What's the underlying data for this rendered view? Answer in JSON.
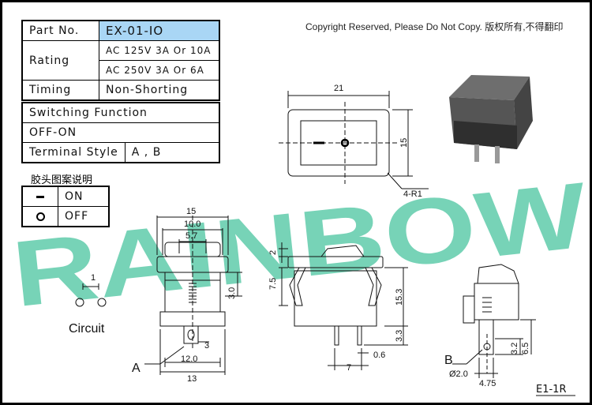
{
  "copyright": "Copyright Reserved, Please Do Not Copy. 版权所有,不得翻印",
  "spec_table": {
    "part_no_label": "Part No.",
    "part_no_value": "EX-01-IO",
    "rating_label": "Rating",
    "rating_values": [
      "AC 125V 3A Or 10A",
      "AC 250V 3A Or 6A"
    ],
    "timing_label": "Timing",
    "timing_value": "Non-Shorting"
  },
  "function_table": {
    "header": "Switching Function",
    "function": "OFF-ON",
    "terminal_label": "Terminal Style",
    "terminal_value": "A , B"
  },
  "legend": {
    "title": "胶头图案说明",
    "rows": [
      {
        "symbol": "dash-icon",
        "state": "ON"
      },
      {
        "symbol": "ring-icon",
        "state": "OFF"
      }
    ]
  },
  "watermark": "RAINBOW",
  "circuit": {
    "label": "Circuit",
    "pin_number": "1"
  },
  "dimensions": {
    "top_width": "21",
    "top_height": "15",
    "corner_radius": "4-R1",
    "front_w15": "15",
    "front_w10": "10.0",
    "front_w57": "5.7",
    "front_h30": "3.0",
    "front_w12": "12.0",
    "front_w13": "13",
    "front_term": "3",
    "side_h2": "2",
    "side_h75": "7.5",
    "side_h153": "15.3",
    "side_h33": "3.3",
    "side_w06": "0.6",
    "side_w7": "7",
    "right_h32": "3.2",
    "right_h65": "6.5",
    "right_hole": "Ø2.0",
    "right_w475": "4.75"
  },
  "terminal_labels": {
    "a": "A",
    "b": "B"
  },
  "drawing_code": "E1-1R"
}
